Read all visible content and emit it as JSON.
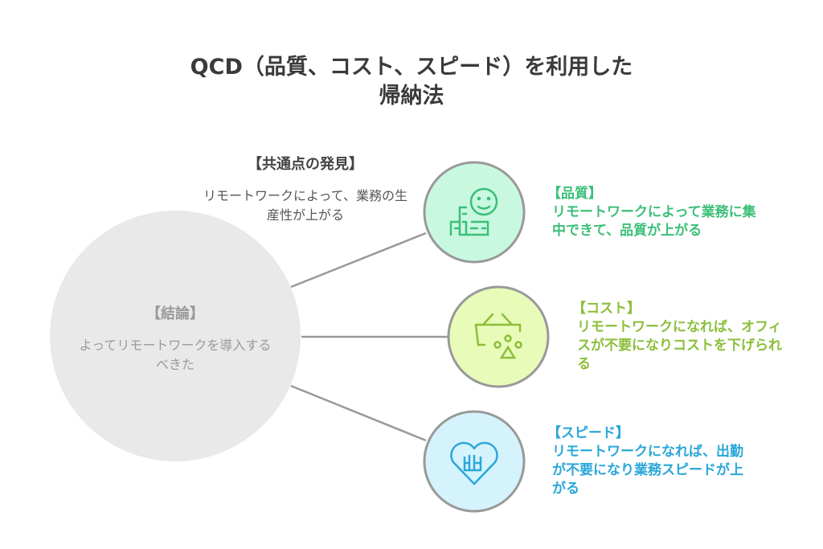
{
  "title_line1": "QCD（品質、コスト、スピード）を利用した",
  "title_line2": "帰納法",
  "common": {
    "heading": "【共通点の発見】",
    "text": "リモートワークによって、業務の生産性が上がる"
  },
  "conclusion": {
    "heading": "【結論】",
    "text": "よってリモートワークを導入するべきた"
  },
  "items": [
    {
      "heading": "【品質】",
      "text": "リモートワークによって業務に集中できて、品質が上がる",
      "icon": "smiley-building-icon",
      "color": "#3bbf78",
      "fill": "#c9f8e1"
    },
    {
      "heading": "【コスト】",
      "text": "リモートワークになれば、オフィスが不要になりコストを下げられる",
      "icon": "basket-icon",
      "color": "#8cbe3a",
      "fill": "#e8fbb8"
    },
    {
      "heading": "【スピード】",
      "text": "リモートワークになれば、出勤が不要になり業務スピードが上がる",
      "icon": "heart-icon",
      "color": "#2aa7d8",
      "fill": "#d5f3fd"
    }
  ]
}
